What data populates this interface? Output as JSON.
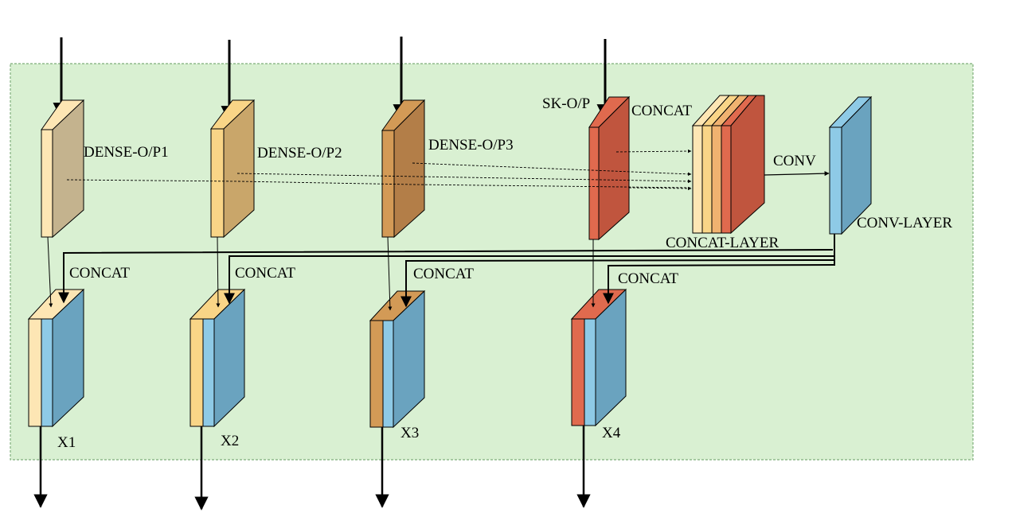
{
  "diagram": {
    "labels": {
      "dense_op1": "DENSE-O/P1",
      "dense_op2": "DENSE-O/P2",
      "dense_op3": "DENSE-O/P3",
      "sk_op": "SK-O/P",
      "concat_top": "CONCAT",
      "conv": "CONV",
      "concat_layer": "CONCAT-LAYER",
      "conv_layer": "CONV-LAYER",
      "concat_1": "CONCAT",
      "concat_2": "CONCAT",
      "concat_3": "CONCAT",
      "concat_4": "CONCAT",
      "x1": "X1",
      "x2": "X2",
      "x3": "X3",
      "x4": "X4"
    },
    "colors": {
      "panel_fill": "#d9f0d2",
      "panel_border": "#7fae7a",
      "dense1_front": "#c4b38e",
      "dense2_front": "#c9a66a",
      "dense3_front": "#b37e48",
      "sk_front": "#c0553e",
      "conv_front": "#6aa3bf",
      "strip_pale": "#fde6b4",
      "strip_gold": "#f9d587",
      "strip_orange": "#f0b270",
      "strip_tan": "#d39a56",
      "strip_red": "#e06a4e",
      "strip_blue": "#8ecae6"
    }
  }
}
